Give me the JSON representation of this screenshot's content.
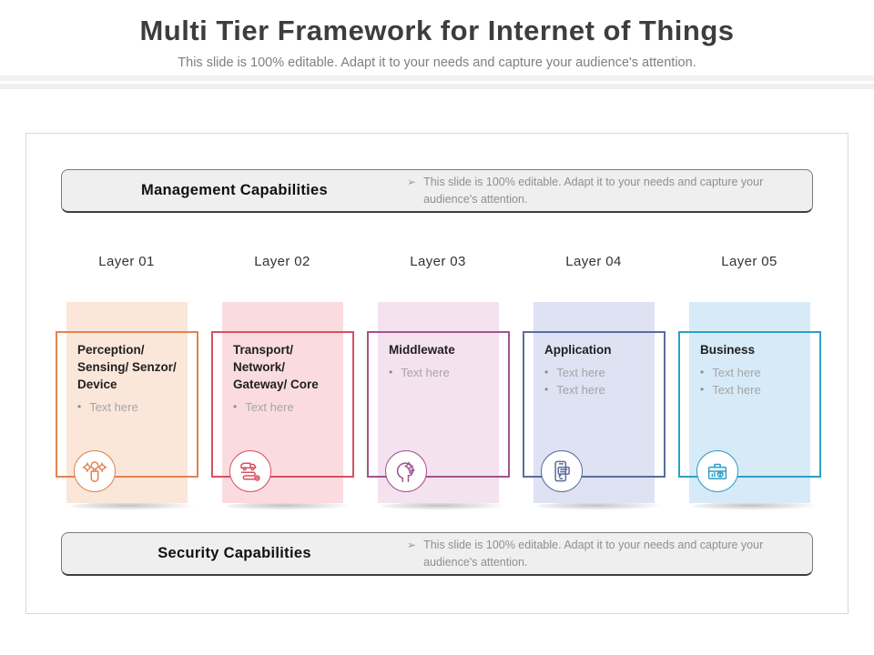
{
  "slide": {
    "title": "Multi Tier Framework for Internet of Things",
    "subtitle": "This slide is 100% editable. Adapt it to your needs and capture your audience's attention."
  },
  "management_bar": {
    "label": "Management Capabilities",
    "note_bullet": "➢",
    "note": "This slide is 100% editable. Adapt it to your needs and capture your audience's attention."
  },
  "security_bar": {
    "label": "Security Capabilities",
    "note_bullet": "➢",
    "note": "This slide is 100% editable. Adapt it to your needs and capture your audience's attention."
  },
  "bullet_char": "•",
  "layers": [
    {
      "label": "Layer 01",
      "title": "Perception/ Sensing/ Senzor/ Device",
      "bullets": [
        "Text here"
      ],
      "icon": "idea-head-gears-icon",
      "accent": "#E2834F",
      "bg": "#FBE6DA"
    },
    {
      "label": "Layer 02",
      "title": "Transport/ Network/ Gateway/ Core",
      "bullets": [
        "Text here"
      ],
      "icon": "truck-route-pin-icon",
      "accent": "#D6525F",
      "bg": "#FADCE0"
    },
    {
      "label": "Layer 03",
      "title": "Middlewate",
      "bullets": [
        "Text here"
      ],
      "icon": "head-gears-icon",
      "accent": "#A3538E",
      "bg": "#F5E2F0"
    },
    {
      "label": "Layer 04",
      "title": "Application",
      "bullets": [
        "Text here",
        "Text here"
      ],
      "icon": "phone-chat-icon",
      "accent": "#5A6C9D",
      "bg": "#DEE2F3"
    },
    {
      "label": "Layer 05",
      "title": "Business",
      "bullets": [
        "Text here",
        "Text here"
      ],
      "icon": "briefcase-finance-icon",
      "accent": "#2E9FC9",
      "bg": "#D7EAF7"
    }
  ]
}
